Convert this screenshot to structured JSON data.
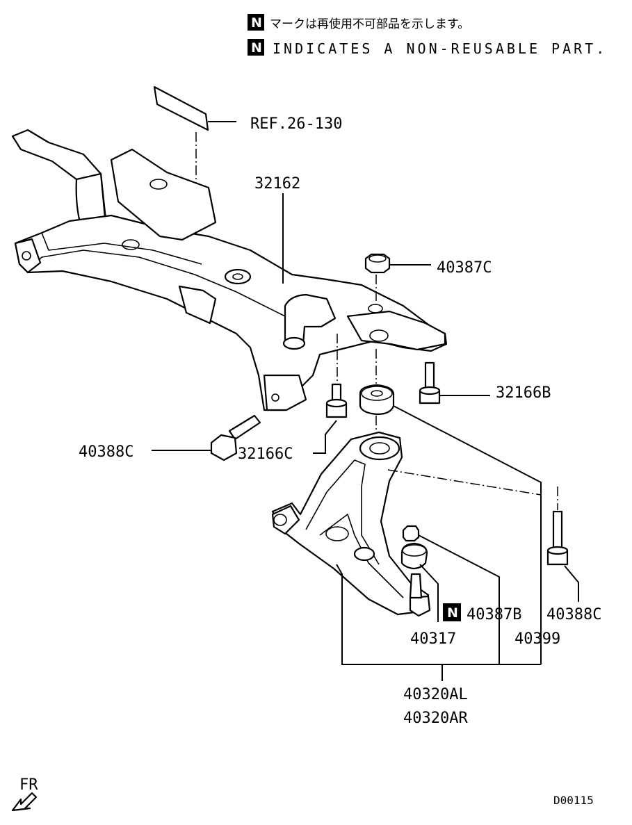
{
  "notes": {
    "jp_text": "マークは再使用不可部品を示します。",
    "en_text": "INDICATES A NON-REUSABLE PART.",
    "badge_letter": "N"
  },
  "labels": {
    "ref": "REF.26-130",
    "crossmember": "32162",
    "nut_top": "40387C",
    "bolt_b": "32166B",
    "bolt_c": "32166C",
    "bolt_left": "40388C",
    "nut_ball": "40387B",
    "bolt_right": "40388C",
    "ball_joint": "40317",
    "bushing": "40399",
    "arm_l": "40320AL",
    "arm_r": "40320AR"
  },
  "footer": {
    "fr": "FR",
    "code": "D00115"
  }
}
